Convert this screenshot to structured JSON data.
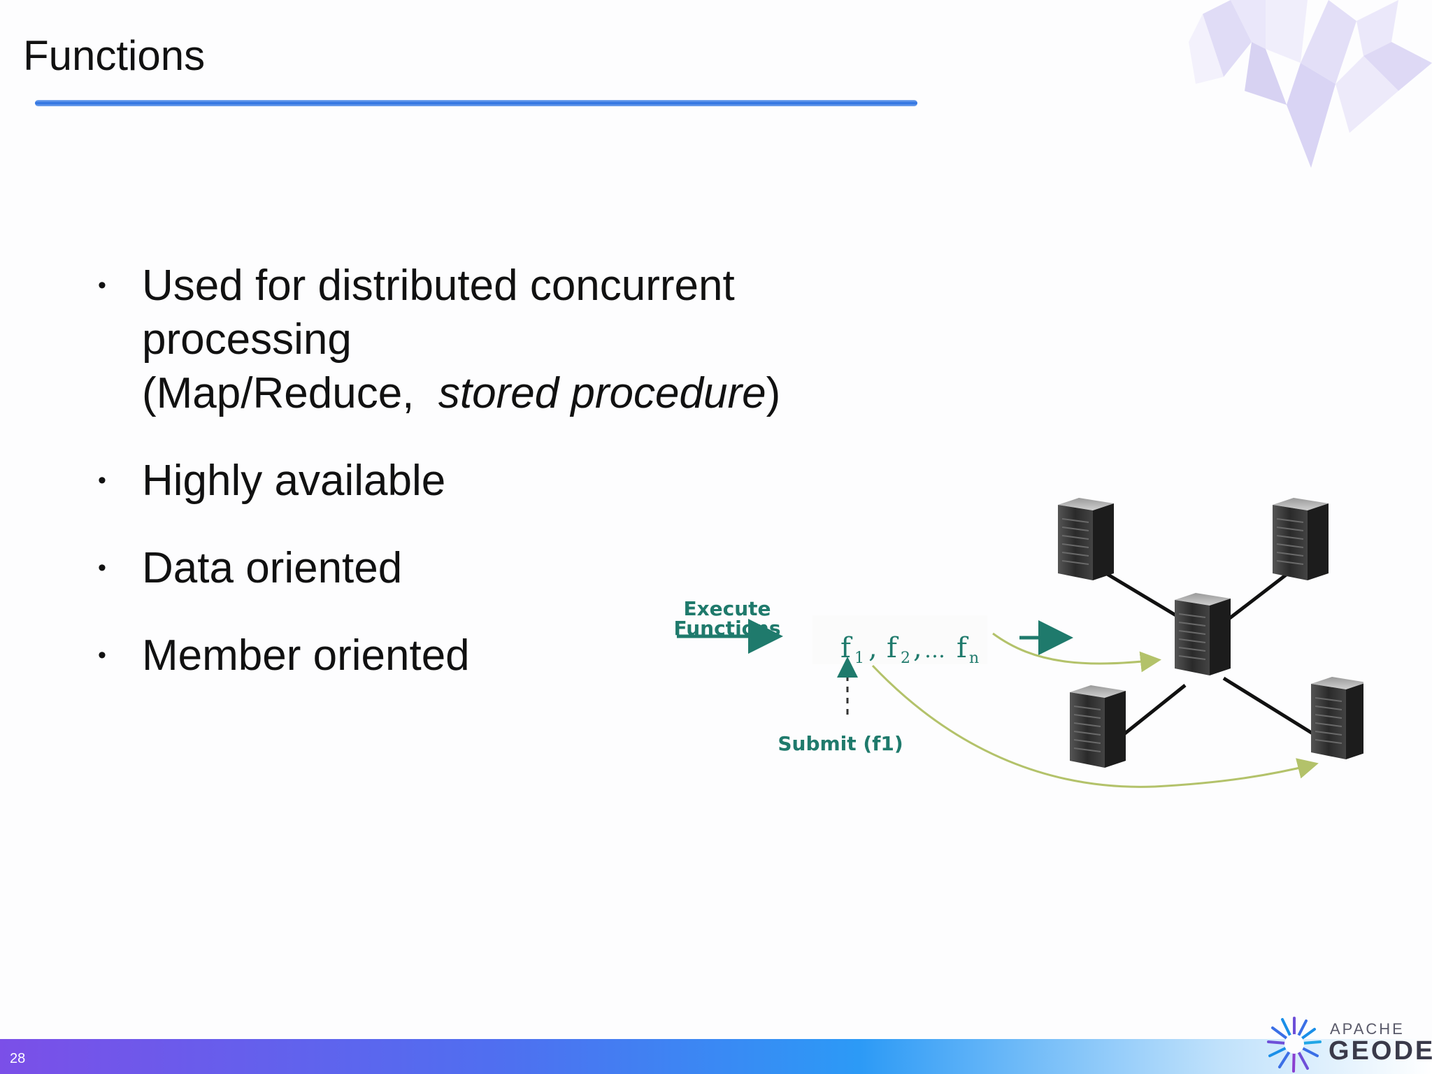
{
  "slide": {
    "title": "Functions",
    "page_number": "28"
  },
  "bullets": [
    {
      "lines": [
        "Used for distributed concurrent",
        "processing"
      ],
      "tail_prefix": "(Map/Reduce,  ",
      "tail_italic": "stored procedure",
      "tail_suffix": ")"
    },
    {
      "text": "Highly available"
    },
    {
      "text": "Data oriented"
    },
    {
      "text": "Member oriented"
    }
  ],
  "diagram": {
    "execute_label_1": "Execute",
    "execute_label_2": "Functions",
    "function_list": {
      "f1": "f",
      "f1_sub": "1",
      "f2": "f",
      "f2_sub": "2",
      "sep": ",",
      "ellipsis": "…",
      "fn": "f",
      "fn_sub": "n"
    },
    "submit_label": "Submit (f1)",
    "colors": {
      "execute_arrow": "#1f7a6c",
      "curve_arrows": "#b3c26a",
      "server_body": "#2a2a2a"
    }
  },
  "logo": {
    "apache": "APACHE",
    "geode": "GEODE",
    "icon": "geode-burst-icon"
  },
  "decor": {
    "top_right_icon": "crystal-icon"
  },
  "colors": {
    "title_rule": "#2a6fe0",
    "bottom_bar_start": "#7b4fe8",
    "bottom_bar_mid": "#2c9af6"
  }
}
